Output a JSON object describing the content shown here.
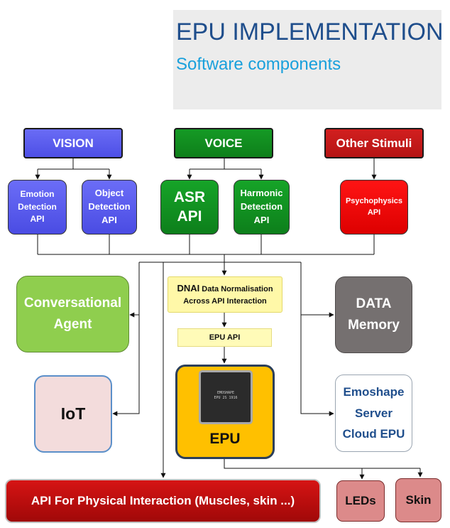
{
  "header": {
    "title": "EPU IMPLEMENTATION",
    "subtitle": "Software components"
  },
  "stimuli": {
    "vision": "VISION",
    "voice": "VOICE",
    "other": "Other Stimuli"
  },
  "apis": {
    "emotion": [
      "Emotion",
      "Detection",
      "API"
    ],
    "object": [
      "Object",
      "Detection",
      "API"
    ],
    "asr": [
      "ASR",
      "API"
    ],
    "harmonic": [
      "Harmonic",
      "Detection",
      "API"
    ],
    "psychophysics": [
      "Psychophysics",
      "API"
    ]
  },
  "conversational_agent": [
    "Conversational",
    "Agent"
  ],
  "dnai": {
    "prefix": "DNAI",
    "line1": "Data Normalisation",
    "line2": "Across API Interaction"
  },
  "epu_api": "EPU API",
  "data_memory": [
    "DATA",
    "Memory"
  ],
  "iot": "IoT",
  "epu": "EPU",
  "chip": [
    "EMOSHAPE",
    "EPU 2S 1916"
  ],
  "cloud": [
    "Emoshape",
    "Server",
    "Cloud EPU"
  ],
  "physical": "API For Physical Interaction (Muscles, skin ...)",
  "leds": "LEDs",
  "skin": "Skin",
  "colors": {
    "title": "#1f4e8c",
    "subtitle": "#19a0dc",
    "vision": "#5557ec",
    "voice": "#12891f",
    "other": "#c41a1a",
    "epu": "#ffc000",
    "conversational": "#8fce4e",
    "data_memory": "#757070"
  }
}
